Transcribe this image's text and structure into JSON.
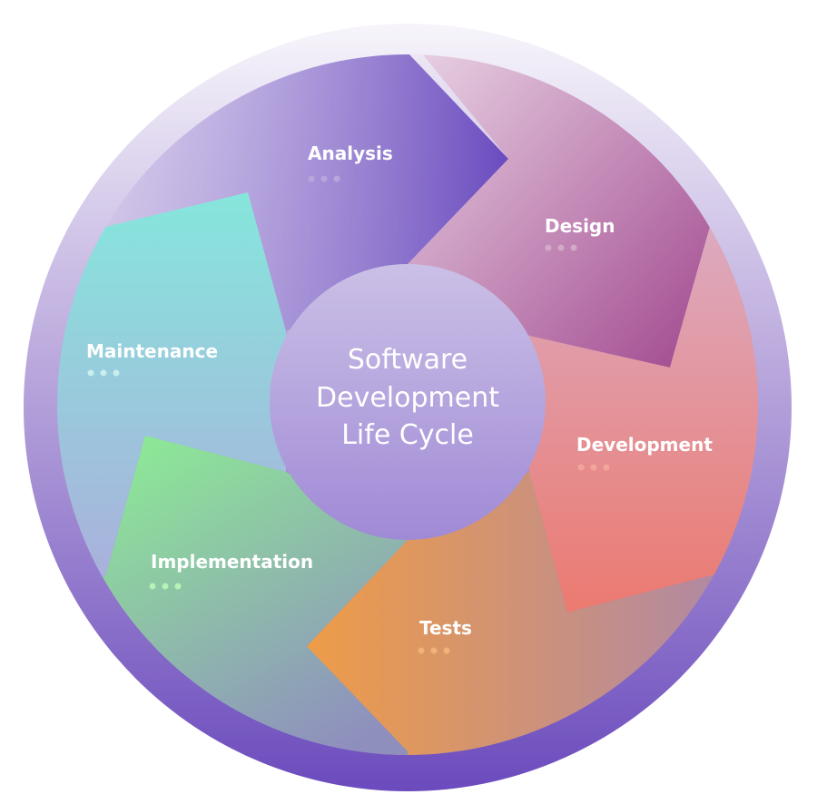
{
  "title": [
    "Software",
    "Development",
    "Life Cycle"
  ],
  "phases": [
    {
      "label": "Analysis",
      "color": "#6a4bbf",
      "dot_color": "#b7a6dc"
    },
    {
      "label": "Design",
      "color": "#a1488e",
      "dot_color": "#d3a9c8"
    },
    {
      "label": "Development",
      "color": "#ec7a70",
      "dot_color": "#f2a59b"
    },
    {
      "label": "Tests",
      "color": "#ec9c4c",
      "dot_color": "#f3b27a"
    },
    {
      "label": "Implementation",
      "color": "#8cf490",
      "dot_color": "#b4f2b6"
    },
    {
      "label": "Maintenance",
      "color": "#88e6de",
      "dot_color": "#c8eeee"
    }
  ]
}
